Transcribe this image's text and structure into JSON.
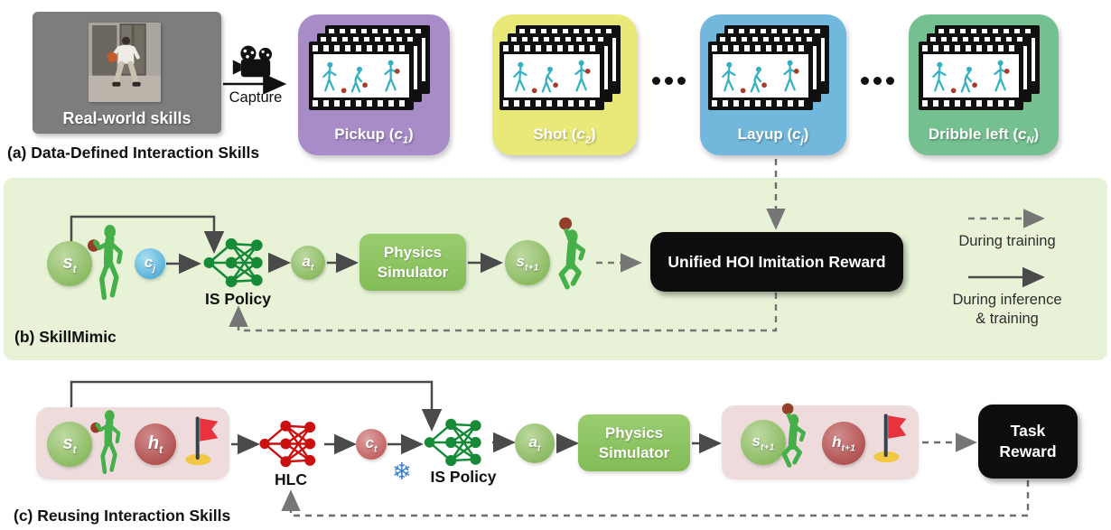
{
  "symbols": {
    "st": {
      "base": "s",
      "sub": "t"
    },
    "cj": {
      "base": "c",
      "sub": "j"
    },
    "at": {
      "base": "a",
      "sub": "t"
    },
    "st1": {
      "base": "s",
      "sub": "t+1"
    },
    "ht": {
      "base": "h",
      "sub": "t"
    },
    "ht1": {
      "base": "h",
      "sub": "t+1"
    },
    "ct": {
      "base": "c",
      "sub": "t"
    }
  },
  "section_a": {
    "label": "(a) Data-Defined Interaction Skills",
    "photo_caption": "Real-world skills",
    "capture_label": "Capture",
    "cards": [
      {
        "title": "Pickup",
        "open": " (",
        "sym": "c",
        "sub": "1",
        "close": ")",
        "color": "#a78cc8"
      },
      {
        "title": "Shot",
        "open": " (",
        "sym": "c",
        "sub": "2",
        "close": ")",
        "color": "#e9e979"
      },
      {
        "title": "Layup",
        "open": " (",
        "sym": "c",
        "sub": "j",
        "close": ")",
        "color": "#72b8dc"
      },
      {
        "title": "Dribble left",
        "open": " (",
        "sym": "c",
        "sub": "N",
        "close": ")",
        "color": "#74c090"
      }
    ]
  },
  "section_b": {
    "label": "(b) SkillMimic",
    "is_policy": "IS Policy",
    "physics": [
      "Physics",
      "Simulator"
    ],
    "reward": "Unified HOI Imitation Reward",
    "legend_dashed": "During training",
    "legend_solid": [
      "During inference",
      "& training"
    ]
  },
  "section_c": {
    "label": "(c) Reusing Interaction Skills",
    "hlc": "HLC",
    "snowflake": "❄",
    "is_policy": "IS Policy",
    "physics": [
      "Physics",
      "Simulator"
    ],
    "task_reward": [
      "Task",
      "Reward"
    ]
  },
  "colors": {
    "band_background": "#e7f2d7",
    "pink_group": "#eedcdc",
    "policy_green": "#168a36",
    "hlc_red": "#cc0e0e",
    "black_box": "#0d0d0d",
    "arrow_solid": "#4a4a4a",
    "arrow_dashed": "#767676"
  }
}
